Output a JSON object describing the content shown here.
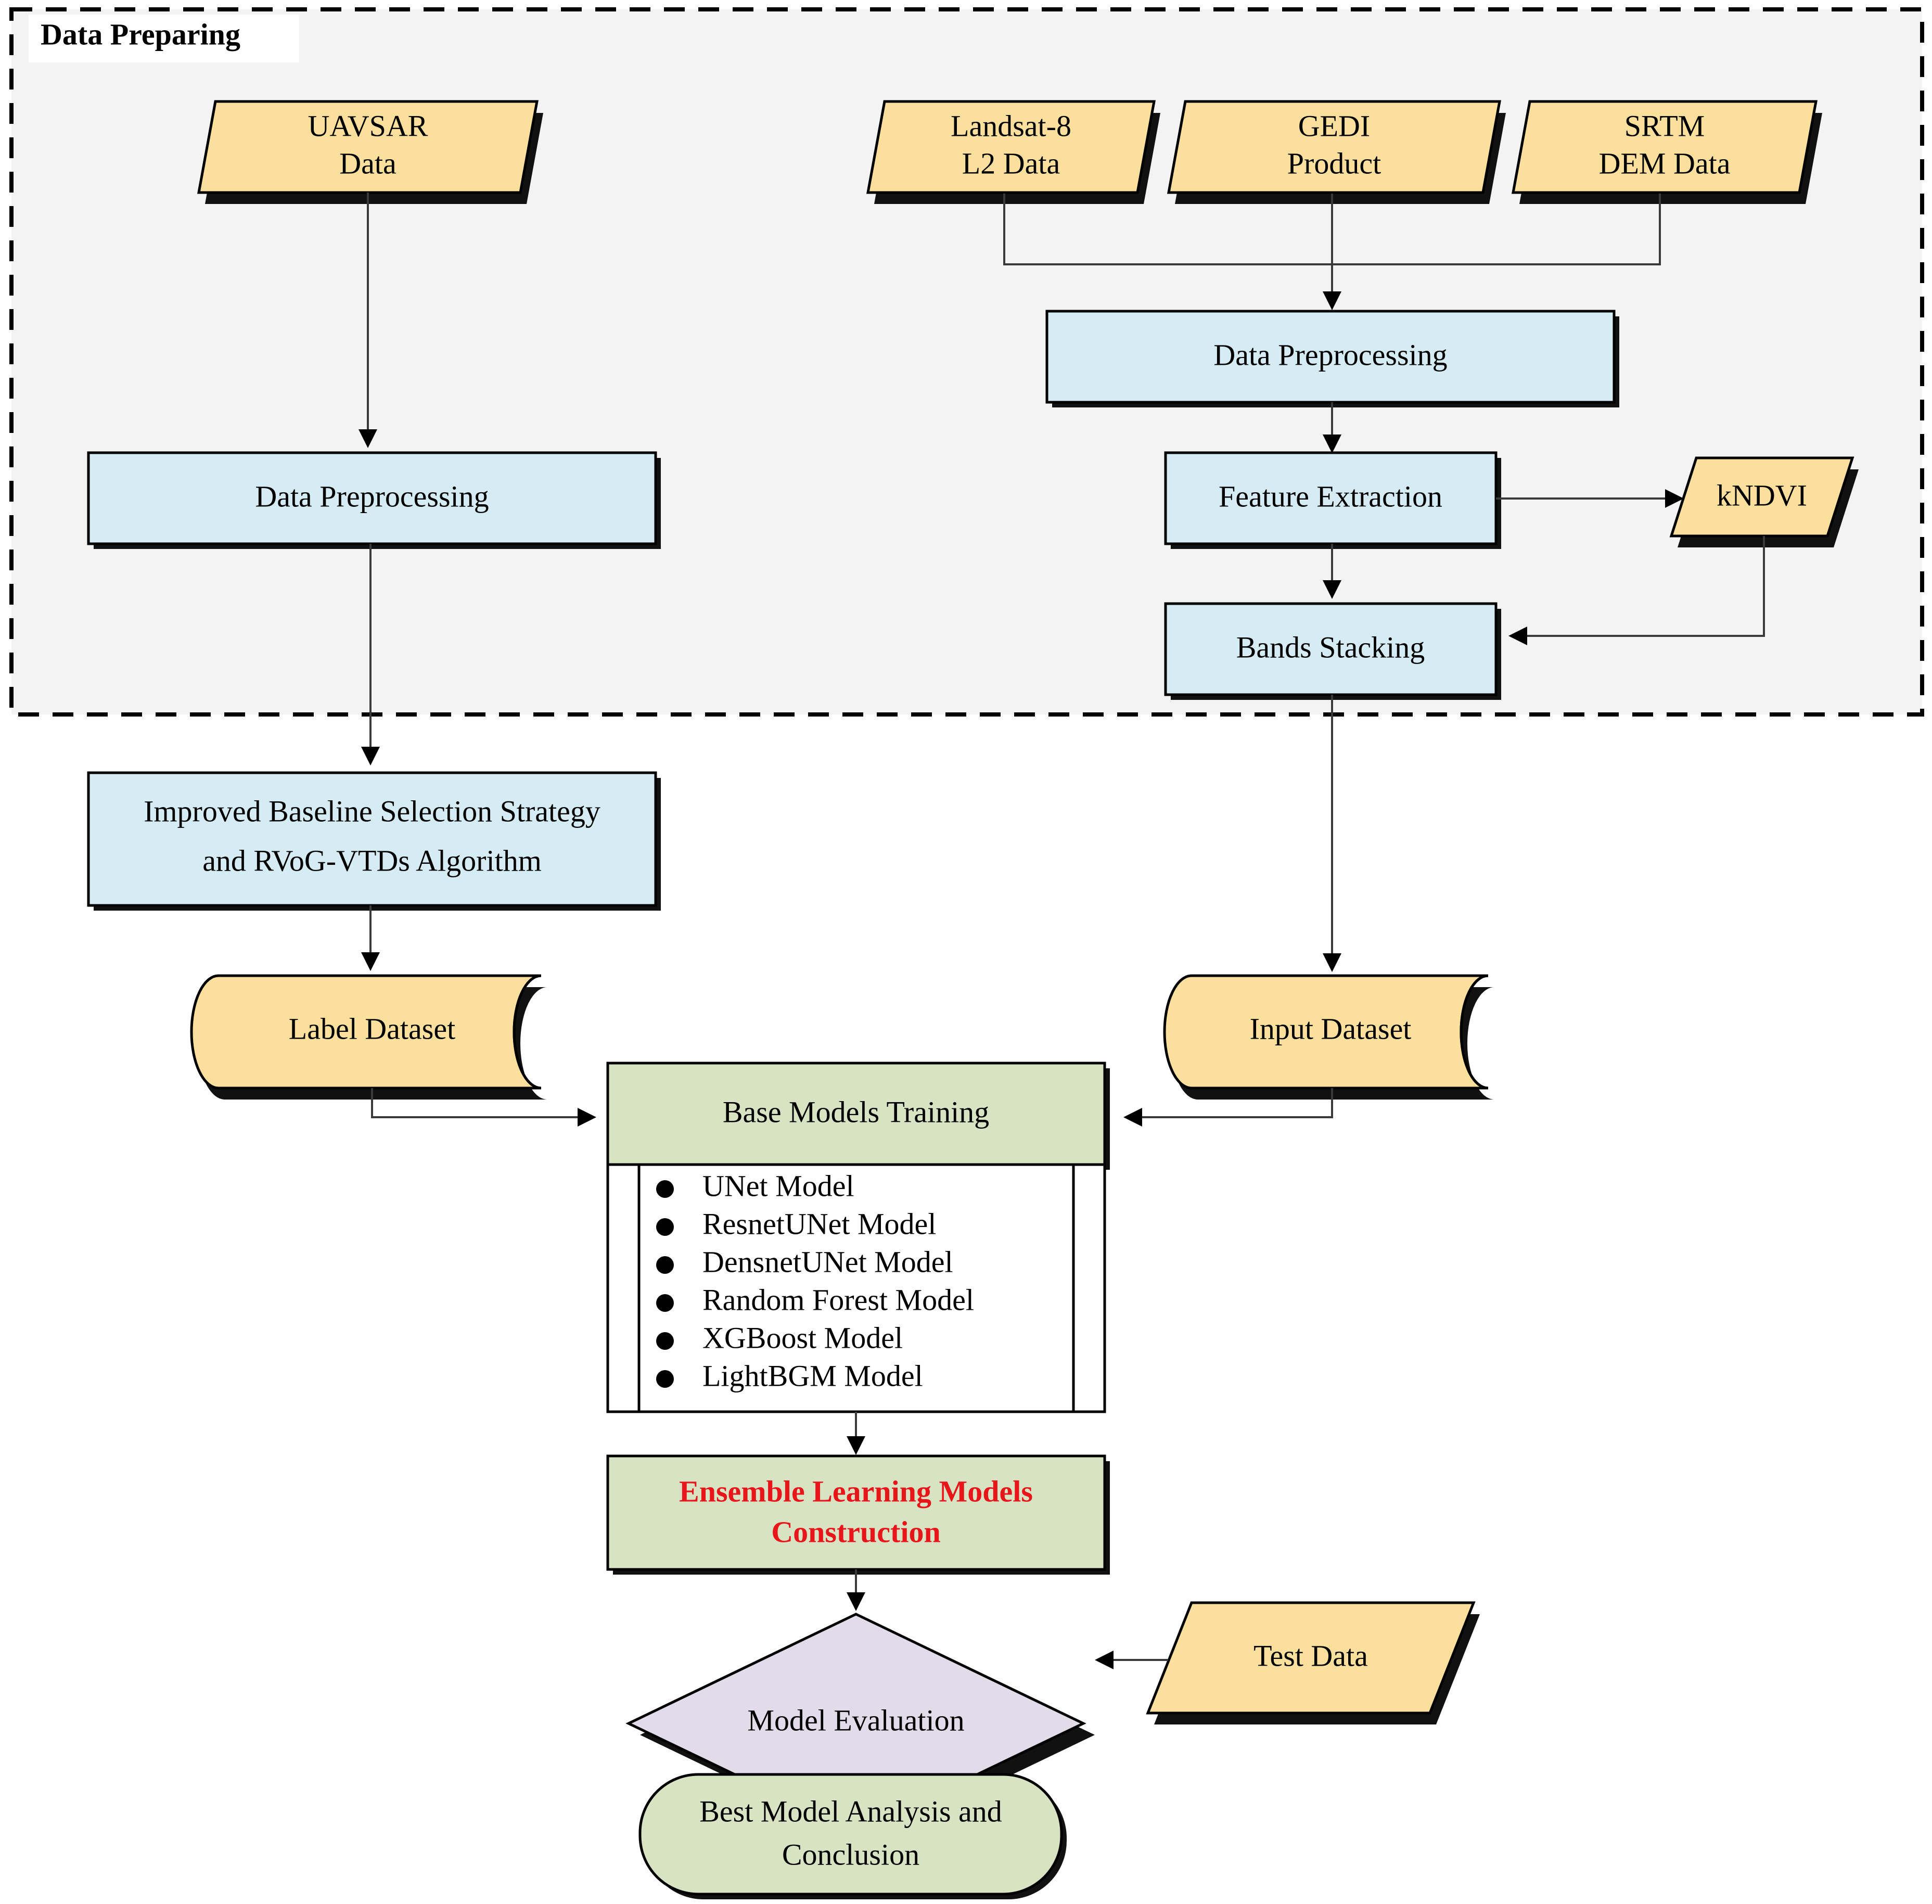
{
  "diagram": {
    "title_group": "Data Preparing",
    "colors": {
      "data_fill": "#fae09c",
      "process_fill": "#d5ecf4",
      "model_fill": "#d7e3c3",
      "decision_fill": "#e2dbe9",
      "group_bg": "#f3f3f3",
      "accent_text": "#e8151b",
      "stroke": "#000000"
    },
    "nodes": {
      "uavsar": "UAVSAR\nData",
      "uavsar_line1": "UAVSAR",
      "uavsar_line2": "Data",
      "landsat_line1": "Landsat-8",
      "landsat_line2": "L2 Data",
      "gedi_line1": "GEDI",
      "gedi_line2": "Product",
      "srtm_line1": "SRTM",
      "srtm_line2": "DEM Data",
      "preprocess_left": "Data Preprocessing",
      "preprocess_right": "Data Preprocessing",
      "feature_extraction": "Feature Extraction",
      "kndvi": "kNDVI",
      "bands_stacking": "Bands Stacking",
      "baseline_line1": "Improved Baseline Selection Strategy",
      "baseline_line2": "and RVoG-VTDs Algorithm",
      "label_dataset": "Label Dataset",
      "input_dataset": "Input Dataset",
      "base_models_training": "Base Models Training",
      "ensemble_line1": "Ensemble Learning Models",
      "ensemble_line2": "Construction",
      "model_evaluation": "Model Evaluation",
      "test_data": "Test Data",
      "best_model_line1": "Best Model Analysis and",
      "best_model_line2": "Conclusion"
    },
    "base_models_list": [
      "UNet Model",
      "ResnetUNet Model",
      "DensnetUNet Model",
      "Random Forest Model",
      "XGBoost Model",
      "LightBGM Model"
    ]
  }
}
